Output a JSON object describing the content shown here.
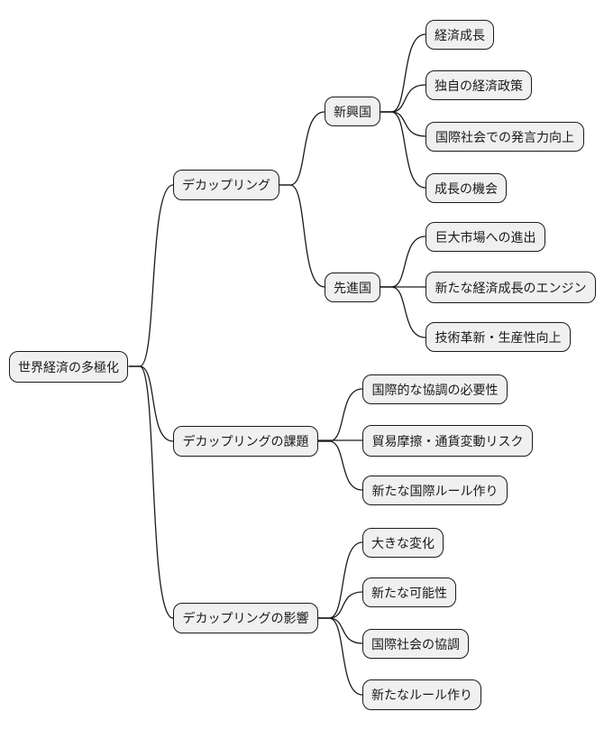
{
  "canvas": {
    "background_color": "#ffffff",
    "node_fill_color": "#f0f0f0",
    "node_border_color": "#1a1a1a",
    "edge_color": "#1a1a1a",
    "text_color": "#1a1a1a"
  },
  "mindmap": {
    "root": {
      "label": "世界経済の多極化",
      "children": [
        {
          "label": "デカップリング",
          "children": [
            {
              "label": "新興国",
              "children": [
                {
                  "label": "経済成長"
                },
                {
                  "label": "独自の経済政策"
                },
                {
                  "label": "国際社会での発言力向上"
                },
                {
                  "label": "成長の機会"
                }
              ]
            },
            {
              "label": "先進国",
              "children": [
                {
                  "label": "巨大市場への進出"
                },
                {
                  "label": "新たな経済成長のエンジン"
                },
                {
                  "label": "技術革新・生産性向上"
                }
              ]
            }
          ]
        },
        {
          "label": "デカップリングの課題",
          "children": [
            {
              "label": "国際的な協調の必要性"
            },
            {
              "label": "貿易摩擦・通貨変動リスク"
            },
            {
              "label": "新たな国際ルール作り"
            }
          ]
        },
        {
          "label": "デカップリングの影響",
          "children": [
            {
              "label": "大きな変化"
            },
            {
              "label": "新たな可能性"
            },
            {
              "label": "国際社会の協調"
            },
            {
              "label": "新たなルール作り"
            }
          ]
        }
      ]
    }
  }
}
